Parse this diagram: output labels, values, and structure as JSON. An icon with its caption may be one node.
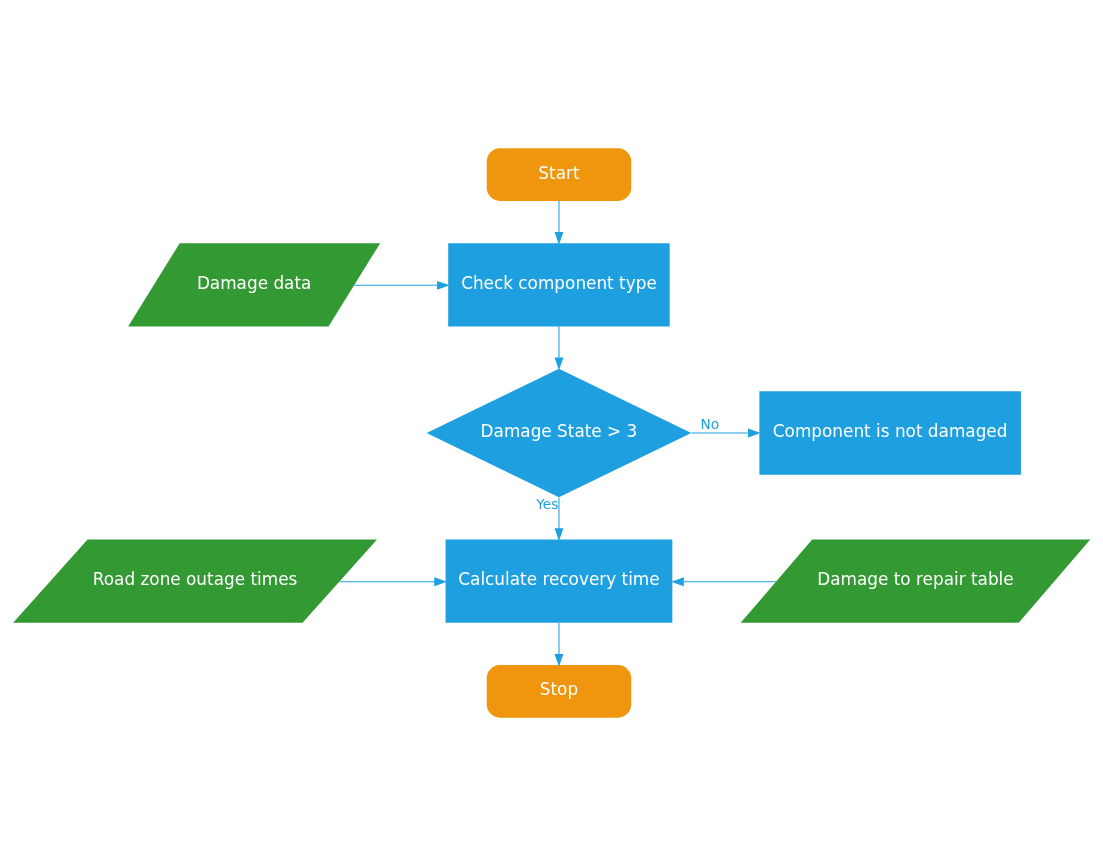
{
  "diagram": {
    "nodes": [
      {
        "text": [
          "Start"
        ]
      },
      {
        "text": [
          "Damage data"
        ]
      },
      {
        "text": [
          "Check component type"
        ]
      },
      {
        "text": [
          "Damage State > 3"
        ]
      },
      {
        "text": [
          "Component is not damaged"
        ]
      },
      {
        "text": [
          "Road zone outage times"
        ]
      },
      {
        "text": [
          "Calculate recovery time"
        ]
      },
      {
        "text": [
          "Damage to repair table"
        ]
      },
      {
        "text": [
          "Stop"
        ]
      }
    ],
    "edges": [
      {
        "from": 0,
        "to": 2,
        "arrow": "to"
      },
      {
        "from": 1,
        "to": 2,
        "arrow": "to"
      },
      {
        "from": 2,
        "to": 3,
        "arrow": "to"
      },
      {
        "from": 3,
        "to": 4,
        "arrow": "to",
        "label": "No"
      },
      {
        "from": 3,
        "to": 6,
        "arrow": "to",
        "label": "Yes"
      },
      {
        "from": 5,
        "to": 6,
        "arrow": "to"
      },
      {
        "from": 7,
        "to": 6,
        "arrow": "to"
      },
      {
        "from": 6,
        "to": 8,
        "arrow": "to"
      }
    ]
  }
}
